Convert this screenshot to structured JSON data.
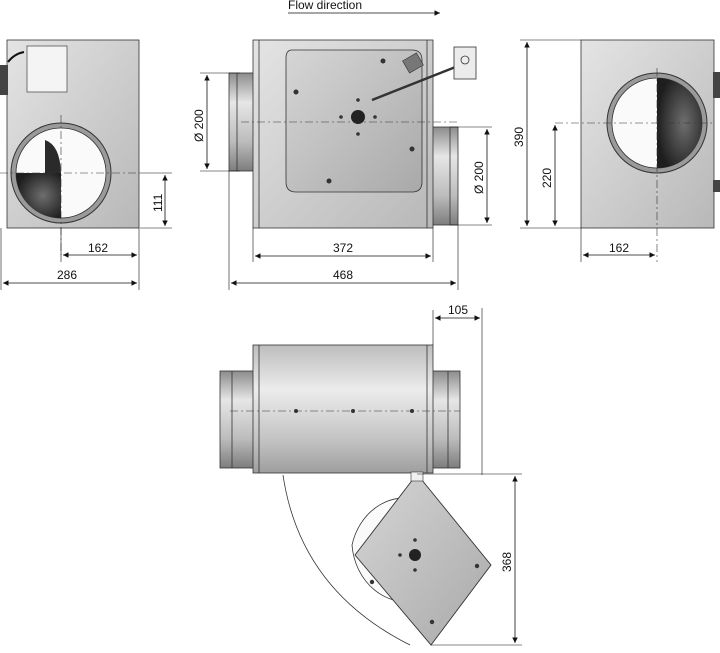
{
  "flow": {
    "label": "Flow direction"
  },
  "dimensions": {
    "left_view": {
      "width_inner": "162",
      "width_total": "286",
      "height_axis": "111"
    },
    "front_view": {
      "duct_left": "Ø 200",
      "duct_right": "Ø 200",
      "body_width": "372",
      "total_width": "468"
    },
    "right_view": {
      "height_total": "390",
      "height_axis": "220",
      "width_inner": "162"
    },
    "top_view": {
      "offset": "105",
      "door_radius": "368"
    }
  },
  "colors": {
    "steel_light": "#d9d9d9",
    "steel_dark": "#9a9a9a",
    "line": "#111111"
  }
}
